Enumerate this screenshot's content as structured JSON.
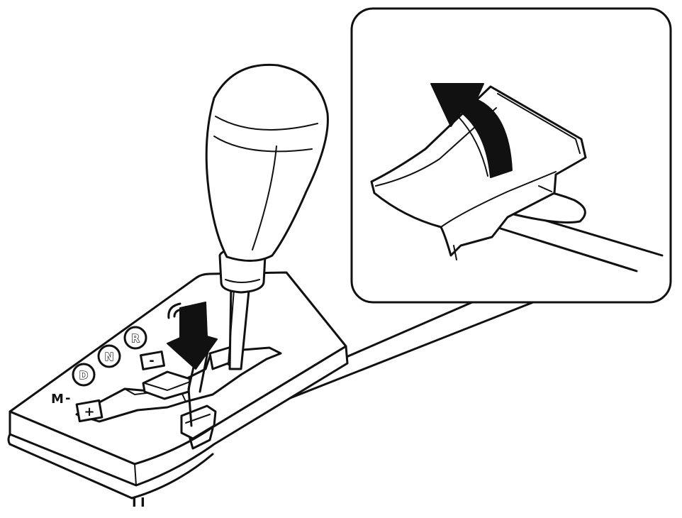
{
  "diagram": {
    "gate_labels": {
      "reverse": "R",
      "neutral": "N",
      "drive": "D",
      "manual": "M",
      "minus_near_gate": "-",
      "minus_side": "-",
      "plus": "+"
    },
    "part_marks": [
      "I",
      "I"
    ]
  }
}
